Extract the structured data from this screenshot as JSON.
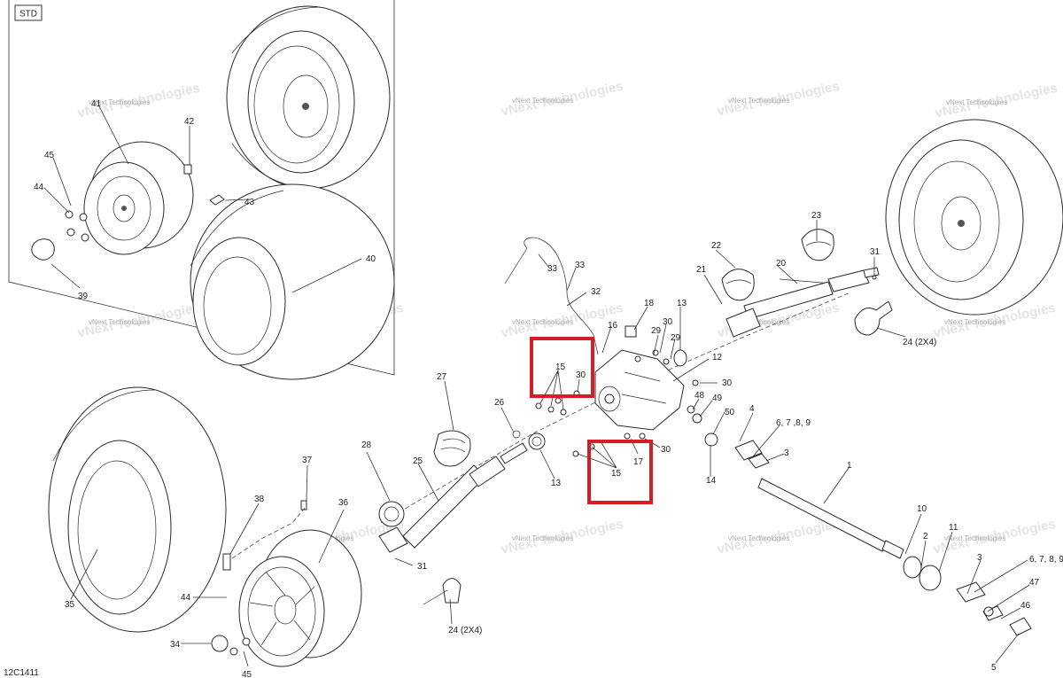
{
  "tags": {
    "std": "STD",
    "code": "12C1411"
  },
  "watermark": {
    "line1": "vNext Technologies",
    "line2": "vNext Technologies"
  },
  "colors": {
    "highlight": "#d81c24",
    "line": "#333333"
  },
  "callouts": [
    {
      "id": "c41",
      "text": "41"
    },
    {
      "id": "c42",
      "text": "42"
    },
    {
      "id": "c45a",
      "text": "45"
    },
    {
      "id": "c44a",
      "text": "44"
    },
    {
      "id": "c43",
      "text": "43"
    },
    {
      "id": "c40",
      "text": "40"
    },
    {
      "id": "c39",
      "text": "39"
    },
    {
      "id": "c33a",
      "text": "33"
    },
    {
      "id": "c33b",
      "text": "33"
    },
    {
      "id": "c32",
      "text": "32"
    },
    {
      "id": "c16",
      "text": "16"
    },
    {
      "id": "c18",
      "text": "18"
    },
    {
      "id": "c13a",
      "text": "13"
    },
    {
      "id": "c30a",
      "text": "30"
    },
    {
      "id": "c29a",
      "text": "29"
    },
    {
      "id": "c29b",
      "text": "29"
    },
    {
      "id": "c22",
      "text": "22"
    },
    {
      "id": "c21",
      "text": "21"
    },
    {
      "id": "c20",
      "text": "20"
    },
    {
      "id": "c23",
      "text": "23"
    },
    {
      "id": "c31a",
      "text": "31"
    },
    {
      "id": "c24a",
      "text": "24 (2X4)"
    },
    {
      "id": "c12",
      "text": "12"
    },
    {
      "id": "c30b",
      "text": "30"
    },
    {
      "id": "c15a",
      "text": "15"
    },
    {
      "id": "c30c",
      "text": "30"
    },
    {
      "id": "c48",
      "text": "48"
    },
    {
      "id": "c49",
      "text": "49"
    },
    {
      "id": "c50",
      "text": "50"
    },
    {
      "id": "c4",
      "text": "4"
    },
    {
      "id": "c6789a",
      "text": "6, 7 ,8, 9"
    },
    {
      "id": "c3a",
      "text": "3"
    },
    {
      "id": "c27",
      "text": "27"
    },
    {
      "id": "c26",
      "text": "26"
    },
    {
      "id": "c13b",
      "text": "13"
    },
    {
      "id": "c30d",
      "text": "30"
    },
    {
      "id": "c17",
      "text": "17"
    },
    {
      "id": "c15b",
      "text": "15"
    },
    {
      "id": "c14",
      "text": "14"
    },
    {
      "id": "c1",
      "text": "1"
    },
    {
      "id": "c28",
      "text": "28"
    },
    {
      "id": "c25",
      "text": "25"
    },
    {
      "id": "c37",
      "text": "37"
    },
    {
      "id": "c38",
      "text": "38"
    },
    {
      "id": "c36",
      "text": "36"
    },
    {
      "id": "c35",
      "text": "35"
    },
    {
      "id": "c44b",
      "text": "44"
    },
    {
      "id": "c34",
      "text": "34"
    },
    {
      "id": "c45b",
      "text": "45"
    },
    {
      "id": "c31b",
      "text": "31"
    },
    {
      "id": "c24b",
      "text": "24 (2X4)"
    },
    {
      "id": "c10",
      "text": "10"
    },
    {
      "id": "c2",
      "text": "2"
    },
    {
      "id": "c11",
      "text": "11"
    },
    {
      "id": "c3b",
      "text": "3"
    },
    {
      "id": "c6789b",
      "text": "6, 7, 8, 9"
    },
    {
      "id": "c47",
      "text": "47"
    },
    {
      "id": "c46",
      "text": "46"
    },
    {
      "id": "c5",
      "text": "5"
    }
  ]
}
